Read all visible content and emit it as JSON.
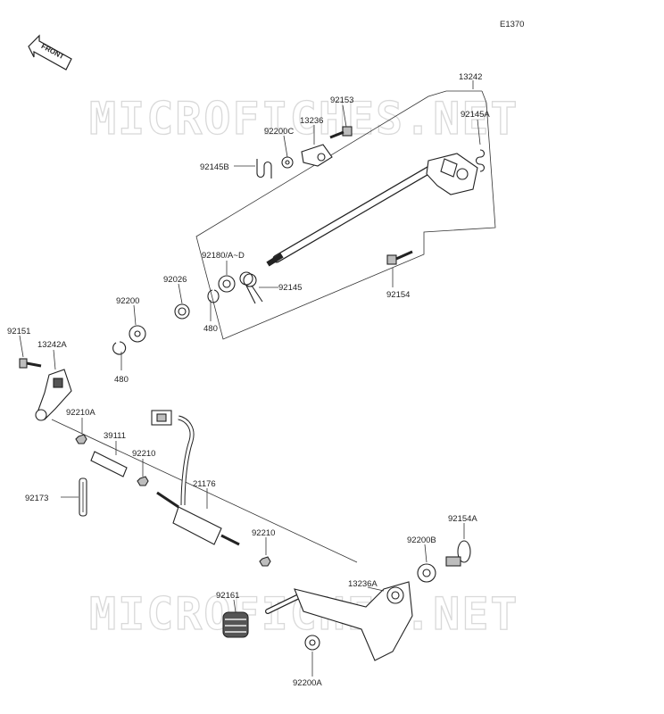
{
  "diagram_code": "E1370",
  "direction_label": "FRONT",
  "watermark": "MICROFICHES.NET",
  "labels": {
    "p13242": "13242",
    "p92153": "92153",
    "p13236": "13236",
    "p92145A": "92145A",
    "p92200C": "92200C",
    "p92145B": "92145B",
    "p92180": "92180/A~D",
    "p92145": "92145",
    "p92154": "92154",
    "p92026": "92026",
    "p480a": "480",
    "p92200": "92200",
    "p480b": "480",
    "p92151": "92151",
    "p13242A": "13242A",
    "p92210A": "92210A",
    "p39111": "39111",
    "p92210a": "92210",
    "p21176": "21176",
    "p92173": "92173",
    "p92210b": "92210",
    "p92154A": "92154A",
    "p92200B": "92200B",
    "p13236A": "13236A",
    "p92161": "92161",
    "p92200A": "92200A"
  }
}
